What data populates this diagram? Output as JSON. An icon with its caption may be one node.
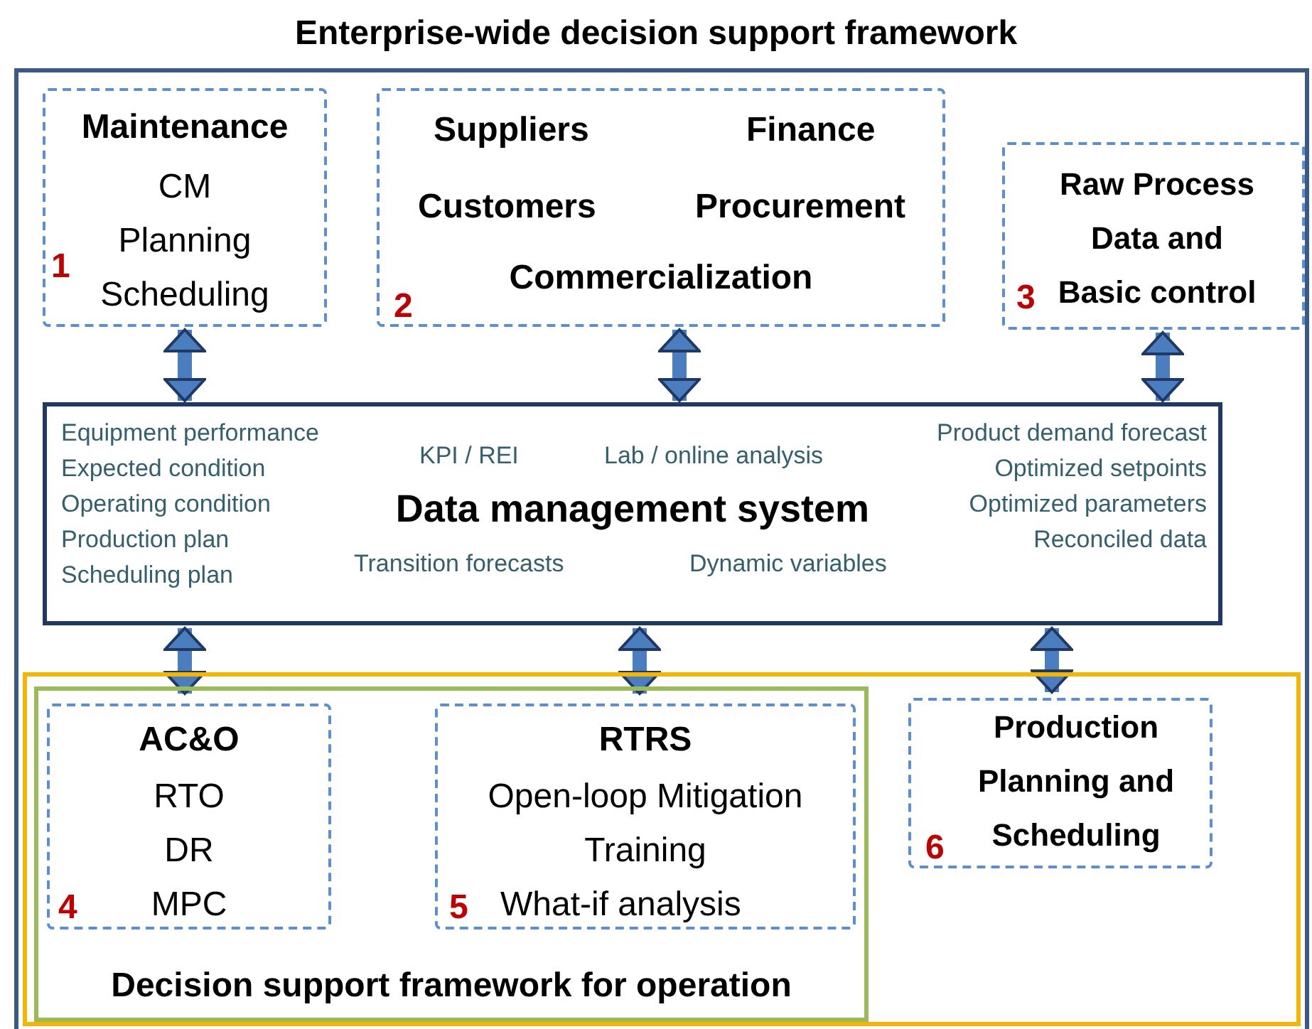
{
  "diagram": {
    "title": "Enterprise-wide decision support framework",
    "nodes": [
      {
        "text": [
          "Maintenance",
          "CM",
          "Planning",
          "1",
          "Scheduling"
        ]
      },
      {
        "text": [
          "Suppliers",
          "Finance",
          "Customers",
          "Procurement",
          "Commercialization",
          "2"
        ]
      },
      {
        "text": [
          "3",
          "Raw Process Data and Basic control"
        ]
      },
      {
        "text": [
          "Equipment performance",
          "KPI / REI",
          "Lab / online analysis",
          "Product demand forecast",
          "Expected condition",
          "Optimized setpoints",
          "Operating condition",
          "Data management system",
          "Optimized parameters",
          "Production plan",
          "Reconciled data",
          "Transition forecasts",
          "Dynamic variables",
          "Scheduling plan"
        ]
      },
      {
        "text": [],
        "shape": "box"
      },
      {
        "text": [
          "Decision support framework for operation"
        ],
        "in": 4
      },
      {
        "text": [
          "AC&O",
          "RTO",
          "DR",
          "4",
          "MPC"
        ],
        "in": 5
      },
      {
        "text": [
          "RTRS",
          "Open-loop Mitigation",
          "Training",
          "5",
          "What-if analysis"
        ],
        "in": 5
      },
      {
        "text": [
          "6",
          "Production Planning and Scheduling"
        ],
        "in": 4
      }
    ],
    "edges": [
      {
        "from": 0,
        "to": 3,
        "arrow": "both"
      },
      {
        "from": 1,
        "to": 3,
        "arrow": "both"
      },
      {
        "from": 2,
        "to": 3,
        "arrow": "both"
      },
      {
        "from": 3,
        "to": 6,
        "arrow": "both"
      },
      {
        "from": 3,
        "to": 7,
        "arrow": "both"
      },
      {
        "from": 3,
        "to": 8,
        "arrow": "both"
      }
    ]
  }
}
